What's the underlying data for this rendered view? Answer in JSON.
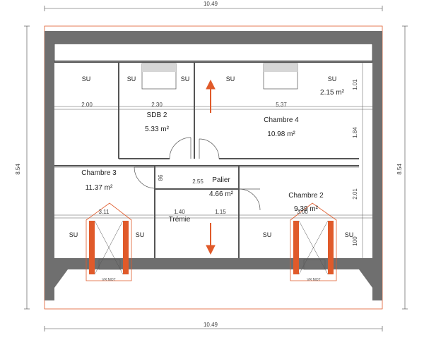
{
  "dimensions": {
    "top_width": "10.49",
    "bottom_width": "10.49",
    "left_height": "8.54",
    "right_height": "8.54",
    "inner_2_00": "2.00",
    "inner_2_30": "2.30",
    "inner_5_37": "5.37",
    "inner_2_55": "2.55",
    "inner_0_86": "86",
    "inner_3_11": "3.11",
    "inner_1_40": "1.40",
    "inner_1_15": "1.15",
    "inner_3_00": "3.00",
    "right_1_01": "1.01",
    "right_1_84": "1.84",
    "right_2_01": "2.01",
    "right_1_00": "100"
  },
  "rooms": {
    "sdb2_name": "SDB 2",
    "sdb2_area": "5.33 m²",
    "chambre4_name": "Chambre 4",
    "chambre4_area": "10.98 m²",
    "chambre3_name": "Chambre 3",
    "chambre3_area": "11.37 m²",
    "palier_name": "Palier",
    "palier_area": "4.66 m²",
    "chambre2_name": "Chambre 2",
    "chambre2_area": "9.39 m²",
    "tremie_name": "Trémie",
    "su_area": "2.15 m²"
  },
  "labels": {
    "su": "SU",
    "vr_mot": "VR MOT"
  },
  "colors": {
    "wall": "#6f6f6f",
    "accent": "#e05a2a",
    "window": "#d6d6d6",
    "line": "#444444"
  }
}
